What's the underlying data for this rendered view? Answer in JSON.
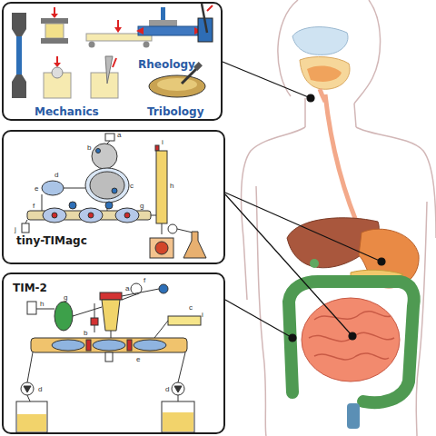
{
  "diagram": {
    "nodes": [
      {
        "text": [
          "Rheology",
          "Mechanics",
          "Tribology"
        ]
      },
      {
        "text": [
          "tiny-TIMagc"
        ]
      },
      {
        "text": [
          "TIM-2"
        ]
      }
    ],
    "labels": [
      "a",
      "b",
      "c",
      "d",
      "e",
      "f",
      "g",
      "h",
      "i",
      "j",
      "a",
      "b",
      "c",
      "d",
      "d",
      "e",
      "f",
      "g",
      "h",
      "i"
    ]
  }
}
